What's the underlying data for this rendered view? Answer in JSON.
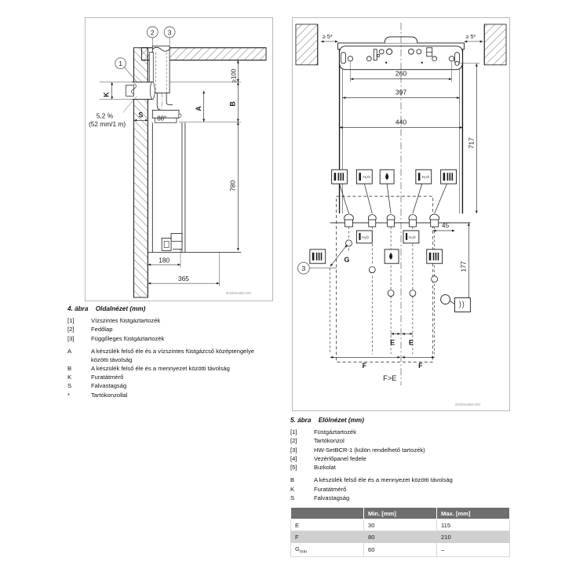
{
  "figures": {
    "left": {
      "caption_number": "4. ábra",
      "caption_title": "Oldalnézet (mm)",
      "drawing_id": "0015041882-001",
      "callouts": [
        "1",
        "2",
        "3"
      ],
      "dimensions": {
        "ceiling_clearance": "≥100",
        "appliance_top_to_flue_axis": "A",
        "appliance_top_to_ceiling": "B",
        "bore_diameter": "K",
        "wall_thickness": "S",
        "slope_percent": "5,2 %",
        "slope_ratio": "(52 mm/1 m)",
        "flue_angle": "88°",
        "height_780": "780",
        "depth_180": "180",
        "depth_365": "365"
      },
      "legend": [
        {
          "key": "[1]",
          "value": "Vízszintes füstgáztartozék"
        },
        {
          "key": "[2]",
          "value": "Fedőlap"
        },
        {
          "key": "[3]",
          "value": "Függőleges füstgáztartozék"
        },
        {
          "key": "A",
          "value": "A készülék felső éle és a vízszintes füstgázcső középtengelye közötti távolság"
        },
        {
          "key": "B",
          "value": "A készülék felső éle és a mennyezet közötti távolság"
        },
        {
          "key": "K",
          "value": "Furatátmérő"
        },
        {
          "key": "S",
          "value": "Falvastagság"
        },
        {
          "key": "*",
          "value": "Tartókonzollal"
        }
      ]
    },
    "right": {
      "caption_number": "5. ábra",
      "caption_title": "Elölnézet (mm)",
      "drawing_id": "0010041884-001",
      "callouts": [
        "3"
      ],
      "dimensions": {
        "side_clearance_left": "≥ 5*",
        "side_clearance_right": "≥ 5*",
        "width_260": "260",
        "width_397": "397",
        "width_440": "440",
        "height_717": "717",
        "offset_45": "45",
        "height_177": "177",
        "spacing_e_left": "E",
        "spacing_e_right": "E",
        "spacing_f_left": "F",
        "spacing_f_right": "F",
        "bracket_g": "G",
        "note": "F>E"
      },
      "connection_icons": [
        {
          "name": "heating-flow-icon",
          "label": ""
        },
        {
          "name": "hot-water-icon",
          "label": "H₂O"
        },
        {
          "name": "gas-icon",
          "label": ""
        },
        {
          "name": "cold-water-icon",
          "label": "H₂O"
        },
        {
          "name": "heating-return-icon",
          "label": ""
        }
      ],
      "legend": [
        {
          "key": "[1]",
          "value": "Füstgáztartozék"
        },
        {
          "key": "[2]",
          "value": "Tartókonzol"
        },
        {
          "key": "[3]",
          "value": "HW-SetBCR-1 (külön rendelhető tartozék)"
        },
        {
          "key": "[4]",
          "value": "Vezérlőpanel fedele"
        },
        {
          "key": "[5]",
          "value": "Burkolat"
        },
        {
          "key": "B",
          "value": "A készülék felső éle és a mennyezet közötti távolság"
        },
        {
          "key": "K",
          "value": "Furatátmérő"
        },
        {
          "key": "S",
          "value": "Falvastagság"
        }
      ]
    }
  },
  "table": {
    "headers": [
      "",
      "Min. [mm]",
      "Max. [mm]"
    ],
    "rows": [
      {
        "label": "E",
        "label_sub": "",
        "min": "30",
        "max": "115"
      },
      {
        "label": "F",
        "label_sub": "",
        "min": "80",
        "max": "210"
      },
      {
        "label": "G",
        "label_sub": "min",
        "min": "60",
        "max": "–"
      }
    ]
  },
  "colors": {
    "table_header_bg": "#6e6e6e",
    "table_row_alt_bg": "#cfcfcf",
    "line": "#1a1a1a",
    "frame": "#b9b9b9"
  }
}
